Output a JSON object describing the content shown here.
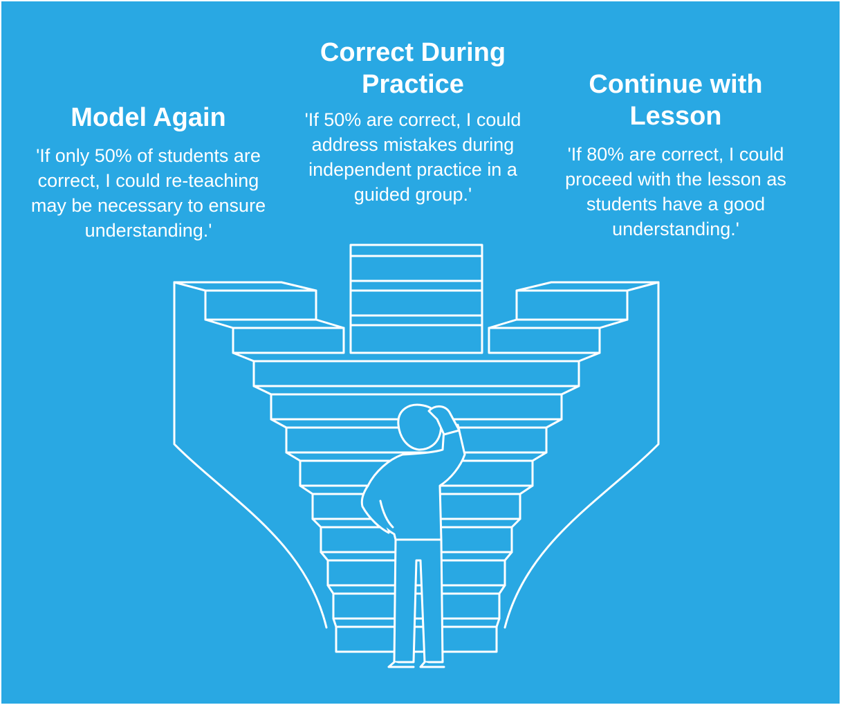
{
  "colors": {
    "background": "#29a8e3",
    "line": "#ffffff",
    "text": "#ffffff"
  },
  "options": {
    "model_again": {
      "title": "Model Again",
      "description": "'If only 50% of students are correct, I could re-teaching may be necessary to ensure understanding.'"
    },
    "correct_during_practice": {
      "title": "Correct During Practice",
      "description": "'If 50% are correct, I could address mistakes during independent practice in a guided group.'"
    },
    "continue_with_lesson": {
      "title": "Continue with Lesson",
      "description": "'If 80% are correct, I could proceed with the lesson as students have a good understanding.'"
    }
  },
  "illustration": {
    "icons": [
      "three-way-staircase-icon",
      "thinking-person-icon"
    ]
  }
}
